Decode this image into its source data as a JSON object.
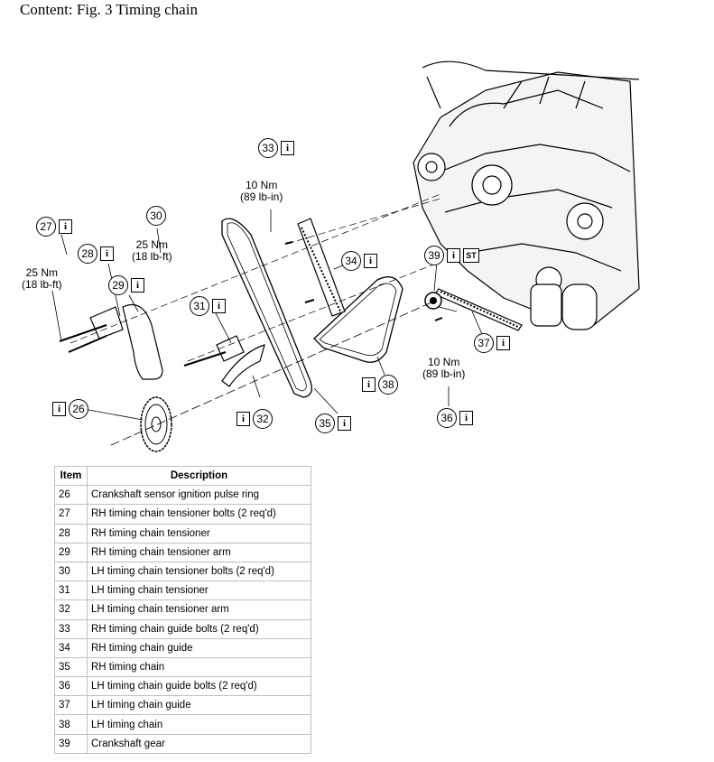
{
  "header": {
    "label": "Content:",
    "title": "Fig. 3 Timing chain"
  },
  "callouts": {
    "c26": "26",
    "c27": "27",
    "c28": "28",
    "c29": "29",
    "c30": "30",
    "c31": "31",
    "c32": "32",
    "c33": "33",
    "c34": "34",
    "c35": "35",
    "c36": "36",
    "c37": "37",
    "c38": "38",
    "c39": "39",
    "info_glyph": "i",
    "special_tool_glyph": "ST"
  },
  "torques": {
    "t27_nm": "25 Nm",
    "t27_ft": "(18 lb-ft)",
    "t30_nm": "25 Nm",
    "t30_ft": "(18 lb-ft)",
    "t33_nm": "10 Nm",
    "t33_in": "(89 lb-in)",
    "t36_nm": "10 Nm",
    "t36_in": "(89 lb-in)"
  },
  "table": {
    "headers": [
      "Item",
      "Description"
    ],
    "rows": [
      [
        "26",
        "Crankshaft sensor ignition pulse ring"
      ],
      [
        "27",
        "RH timing chain tensioner bolts (2 req'd)"
      ],
      [
        "28",
        "RH timing chain tensioner"
      ],
      [
        "29",
        "RH timing chain tensioner arm"
      ],
      [
        "30",
        "LH timing chain tensioner bolts (2 req'd)"
      ],
      [
        "31",
        "LH timing chain tensioner"
      ],
      [
        "32",
        "LH timing chain tensioner arm"
      ],
      [
        "33",
        "RH timing chain guide bolts (2 req'd)"
      ],
      [
        "34",
        "RH timing chain guide"
      ],
      [
        "35",
        "RH timing chain"
      ],
      [
        "36",
        "LH timing chain guide bolts (2 req'd)"
      ],
      [
        "37",
        "LH timing chain guide"
      ],
      [
        "38",
        "LH timing chain"
      ],
      [
        "39",
        "Crankshaft gear"
      ]
    ]
  }
}
